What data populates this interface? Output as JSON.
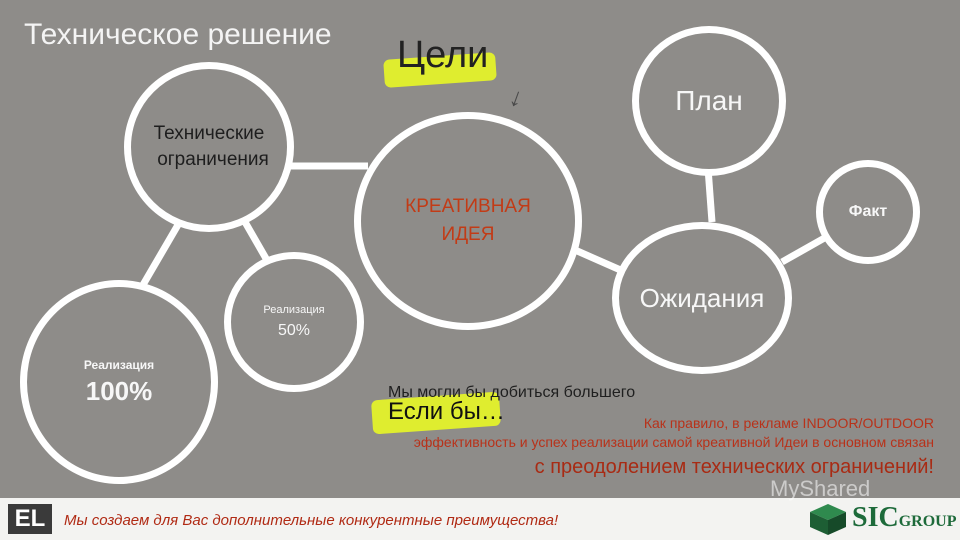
{
  "title": "Техническое решение",
  "goals": "Цели",
  "nodes": {
    "tech_limits": {
      "line1": "Технические",
      "line2": "ограничения"
    },
    "creative": {
      "line1": "КРЕАТИВНАЯ",
      "line2": "ИДЕЯ"
    },
    "plan": "План",
    "fact": "Факт",
    "expectations": "Ожидания",
    "impl50": {
      "label": "Реализация",
      "value": "50%"
    },
    "impl100": {
      "label": "Реализация",
      "value": "100%"
    }
  },
  "maybe_text": "Мы могли бы добиться большего",
  "if_only": "Если бы…",
  "note": {
    "line1": "Как правило, в рекламе INDOOR/OUTDOOR",
    "line2": "эффективность и успех реализации самой креативной Идеи в основном связан",
    "line3": "с преодолением технических ограничений!"
  },
  "footer": {
    "badge": "EL",
    "text": "Мы создаем для Вас дополнительные конкурентные преимущества!",
    "logo_main": "SIC",
    "logo_sub": "GROUP"
  },
  "watermark": "MyShared",
  "colors": {
    "background": "#8e8c89",
    "circle": "#ffffff",
    "accent_red": "#c23b16",
    "highlight": "#e4f22a"
  }
}
